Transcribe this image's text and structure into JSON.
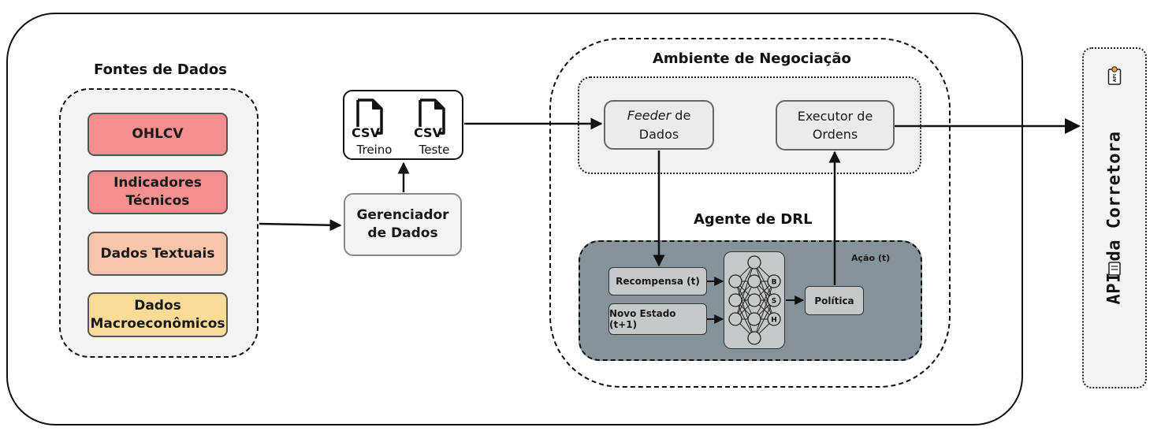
{
  "titles": {
    "fontes": "Fontes de Dados",
    "ambiente": "Ambiente de Negociação",
    "agente": "Agente de DRL"
  },
  "sources": [
    {
      "label": "OHLCV",
      "color": "#f58e8e"
    },
    {
      "label": "Indicadores Técnicos",
      "color": "#f58e8e"
    },
    {
      "label": "Dados Textuais",
      "color": "#f8c4aa"
    },
    {
      "label": "Dados Macroeconômicos",
      "color": "#fbdb98"
    }
  ],
  "csv": {
    "icon_text": "CSV",
    "train_label": "Treino",
    "test_label": "Teste"
  },
  "gerenciador": "Gerenciador de Dados",
  "feeder": {
    "italic": "Feeder",
    "rest": "de Dados"
  },
  "executor": "Executor de Ordens",
  "agent": {
    "reward": "Recompensa (t)",
    "new_state": "Novo Estado (t+1)",
    "policy": "Política",
    "action": "Ação (t)",
    "output_nodes": [
      "B",
      "S",
      "H"
    ]
  },
  "api": {
    "label": "API da Corretora",
    "icon_text": "API"
  },
  "colors": {
    "agent_bg": "#84939a",
    "node_bg": "#c4c9cb",
    "panel_bg": "#f1f1f1"
  }
}
